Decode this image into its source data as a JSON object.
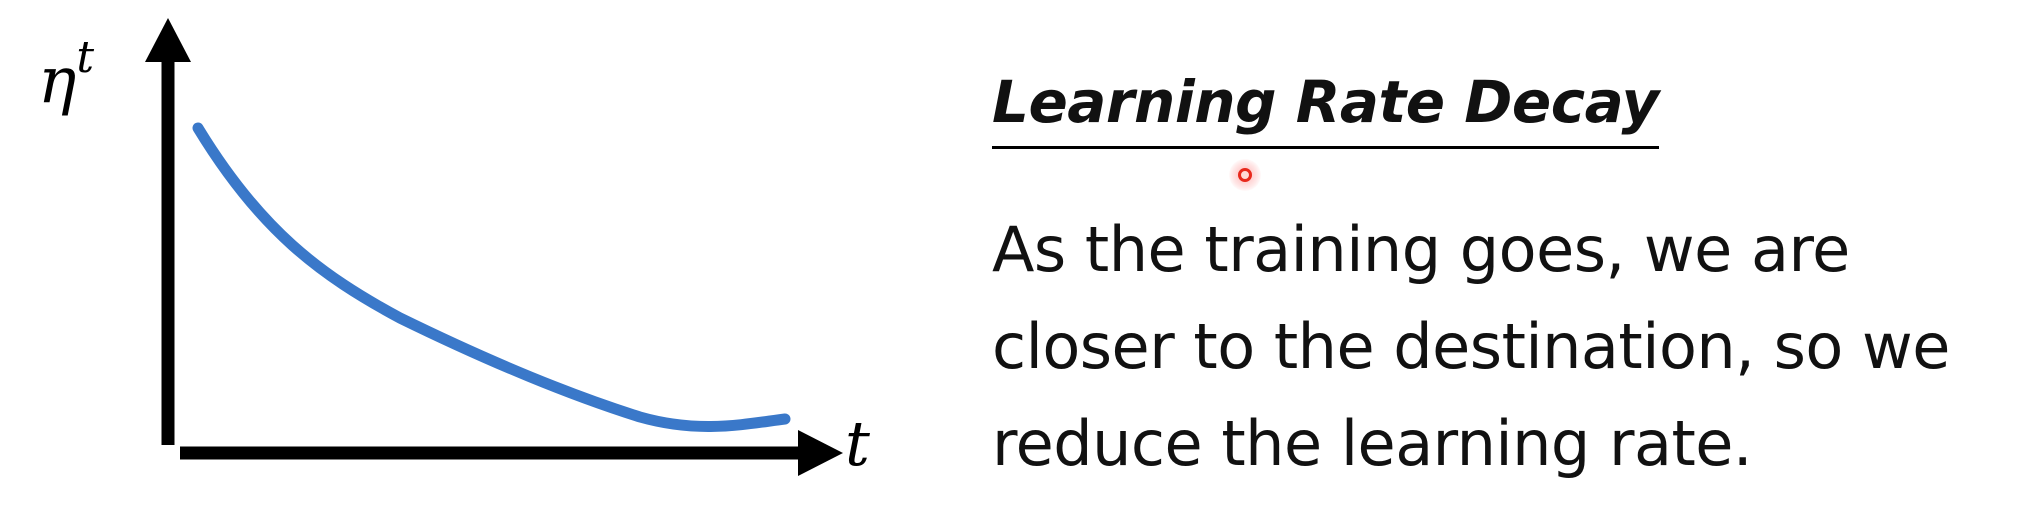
{
  "diagram": {
    "y_axis_symbol": "η",
    "y_axis_superscript": "t",
    "x_axis_symbol": "t",
    "curve_color": "#3a78c9",
    "axis_color": "#000000"
  },
  "text": {
    "heading": "Learning Rate Decay",
    "body_lines": [
      "As the training goes, we are",
      "closer to the destination, so we",
      "reduce the learning rate."
    ]
  }
}
